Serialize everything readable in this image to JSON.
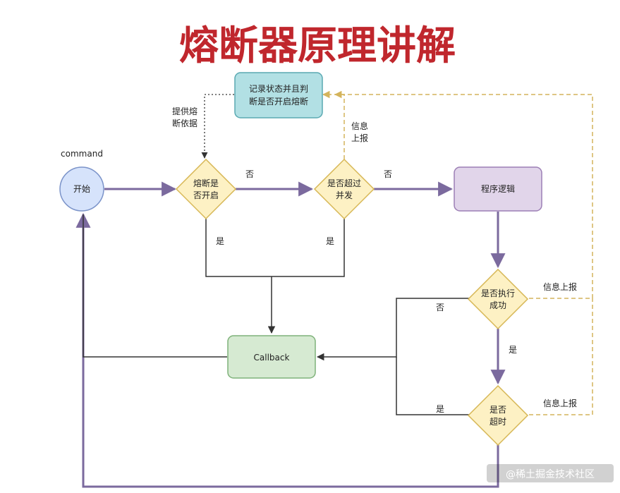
{
  "title": "熔断器原理讲解",
  "title_color": "#c0272d",
  "colors": {
    "main_flow": "#7b6a9e",
    "report_flow": "#d4b45c",
    "black_flow": "#333333"
  },
  "nodes": {
    "command": "command",
    "start": "开始",
    "record": {
      "line1": "记录状态并且判",
      "line2": "断是否开启熔断"
    },
    "breaker_open": {
      "line1": "熔断是",
      "line2": "否开启"
    },
    "concurrency": {
      "line1": "是否超过",
      "line2": "并发"
    },
    "program": "程序逻辑",
    "exec_success": {
      "line1": "是否执行",
      "line2": "成功"
    },
    "timeout": {
      "line1": "是否",
      "line2": "超时"
    },
    "callback": "Callback"
  },
  "edge_labels": {
    "provide_basis": {
      "line1": "提供熔",
      "line2": "断依据"
    },
    "info_report_top": {
      "line1": "信息",
      "line2": "上报"
    },
    "no_1": "否",
    "no_2": "否",
    "yes_1": "是",
    "yes_2": "是",
    "info_report_exec": "信息上报",
    "no_exec": "否",
    "yes_exec": "是",
    "yes_timeout": "是",
    "info_report_timeout": "信息上报"
  },
  "watermark": "@稀土掘金技术社区"
}
